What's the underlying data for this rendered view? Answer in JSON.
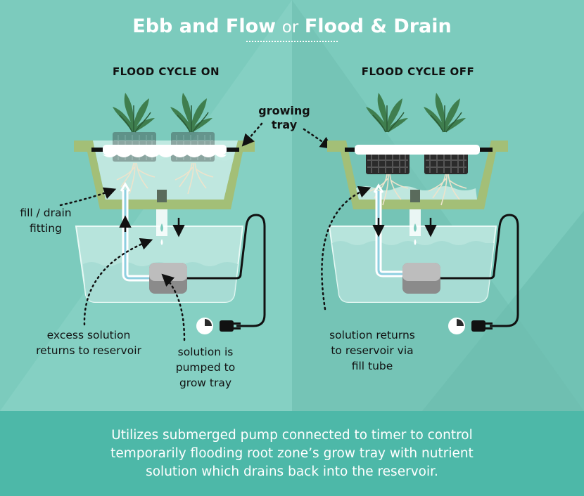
{
  "title": {
    "part1": "Ebb and Flow",
    "connector": "or",
    "part2": "Flood & Drain"
  },
  "left_panel": {
    "heading": "FLOOD CYCLE ON"
  },
  "right_panel": {
    "heading": "FLOOD CYCLE OFF"
  },
  "labels": {
    "growing_tray_line1": "growing",
    "growing_tray_line2": "tray",
    "fill_drain_line1": "fill / drain",
    "fill_drain_line2": "fitting",
    "excess_line1": "excess solution",
    "excess_line2": "returns to reservoir",
    "pumped_line1": "solution is",
    "pumped_line2": "pumped to",
    "pumped_line3": "grow tray",
    "returns_line1": "solution returns",
    "returns_line2": "to reservoir via",
    "returns_line3": "fill tube"
  },
  "footer": {
    "line1": "Utilizes submerged pump connected to timer to control",
    "line2": "temporarily flooding root zone’s grow tray with nutrient",
    "line3": "solution which drains back into the reservoir."
  },
  "colors": {
    "background": "#7ccbbd",
    "footer_band": "#4db8a8",
    "tray_green": "#a3bf77",
    "water": "#c8ece6",
    "pump_gray": "#b9b9b9",
    "cable": "#111111"
  }
}
